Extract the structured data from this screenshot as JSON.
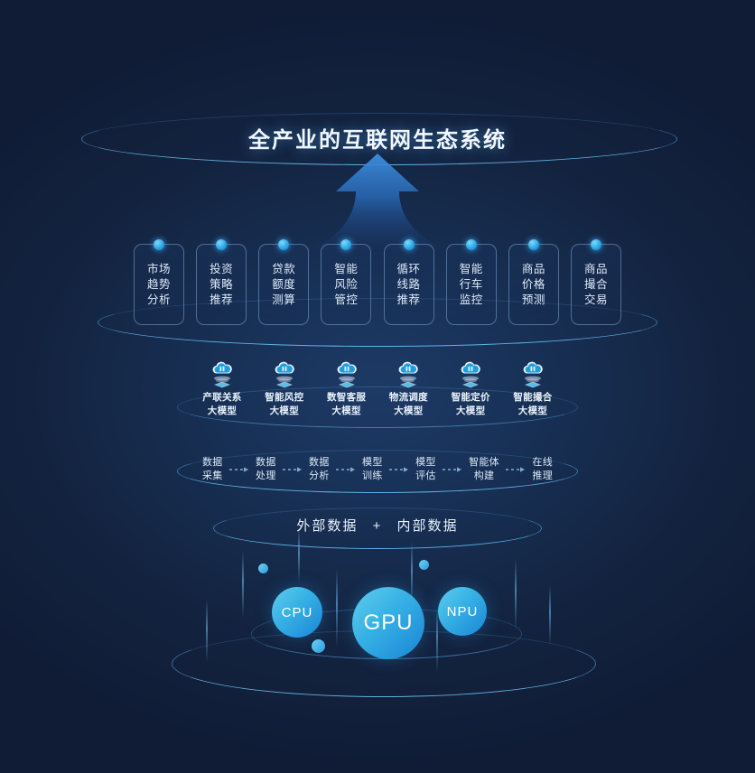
{
  "title": "全产业的互联网生态系统",
  "colors": {
    "background_dark": "#101c36",
    "background_mid": "#1d3a66",
    "accent_cyan": "#5ecdec",
    "accent_blue": "#1b84d6",
    "ring": "#5aa0e1",
    "text": "#e9f2fc"
  },
  "application_cards": [
    {
      "lines": [
        "市场",
        "趋势",
        "分析"
      ]
    },
    {
      "lines": [
        "投资",
        "策略",
        "推荐"
      ]
    },
    {
      "lines": [
        "贷款",
        "额度",
        "测算"
      ]
    },
    {
      "lines": [
        "智能",
        "风险",
        "管控"
      ]
    },
    {
      "lines": [
        "循环",
        "线路",
        "推荐"
      ]
    },
    {
      "lines": [
        "智能",
        "行车",
        "监控"
      ]
    },
    {
      "lines": [
        "商品",
        "价格",
        "预测"
      ]
    },
    {
      "lines": [
        "商品",
        "撮合",
        "交易"
      ]
    }
  ],
  "models": [
    {
      "lines": [
        "产联关系",
        "大模型"
      ],
      "icon": "cloud-chip-icon"
    },
    {
      "lines": [
        "智能风控",
        "大模型"
      ],
      "icon": "cloud-chip-icon"
    },
    {
      "lines": [
        "数智客服",
        "大模型"
      ],
      "icon": "cloud-chip-icon"
    },
    {
      "lines": [
        "物流调度",
        "大模型"
      ],
      "icon": "cloud-chip-icon"
    },
    {
      "lines": [
        "智能定价",
        "大模型"
      ],
      "icon": "cloud-chip-icon"
    },
    {
      "lines": [
        "智能撮合",
        "大模型"
      ],
      "icon": "cloud-chip-icon"
    }
  ],
  "pipeline": [
    {
      "lines": [
        "数据",
        "采集"
      ]
    },
    {
      "lines": [
        "数据",
        "处理"
      ]
    },
    {
      "lines": [
        "数据",
        "分析"
      ]
    },
    {
      "lines": [
        "模型",
        "训练"
      ]
    },
    {
      "lines": [
        "模型",
        "评估"
      ]
    },
    {
      "lines": [
        "智能体",
        "构建"
      ]
    },
    {
      "lines": [
        "在线",
        "推理"
      ]
    }
  ],
  "data_layer": {
    "external": "外部数据",
    "operator": "+",
    "internal": "内部数据"
  },
  "compute": {
    "cpu": "CPU",
    "gpu": "GPU",
    "npu": "NPU"
  }
}
